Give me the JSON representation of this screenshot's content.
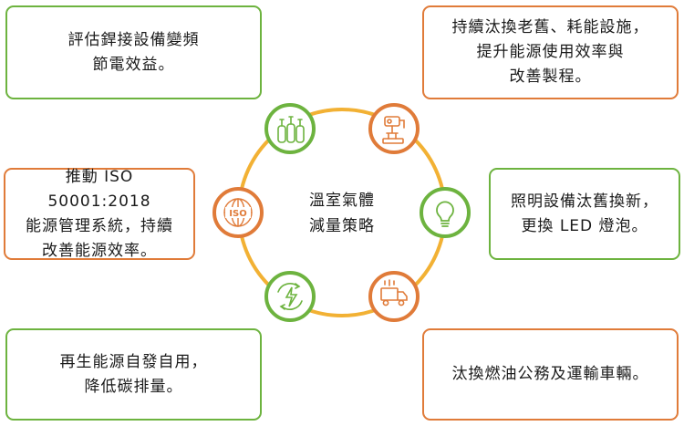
{
  "center": {
    "line1": "溫室氣體",
    "line2": "減量策略"
  },
  "boxes": {
    "top_left": "評估銲接設備變頻\n節電效益。",
    "top_right": "持續汰換老舊、耗能設施，\n提升能源使用效率與\n改善製程。",
    "mid_left": "推動 ISO 50001:2018\n能源管理系統，持續\n改善能源效率。",
    "mid_right": "照明設備汰舊換新，\n更換 LED 燈泡。",
    "bottom_left": "再生能源自發自用，\n降低碳排量。",
    "bottom_right": "汰換燃油公務及運輸車輛。"
  },
  "icons": {
    "top_left": "gas-cylinders-icon",
    "top_right": "industrial-machine-icon",
    "mid_left": "iso-globe-icon",
    "mid_right": "light-bulb-icon",
    "bottom_left": "renewable-energy-icon",
    "bottom_right": "delivery-truck-icon",
    "iso_text": "ISO"
  },
  "colors": {
    "green": "#6db33f",
    "orange": "#e07b39",
    "ring": "#f2b134",
    "text": "#1a1a1a"
  }
}
